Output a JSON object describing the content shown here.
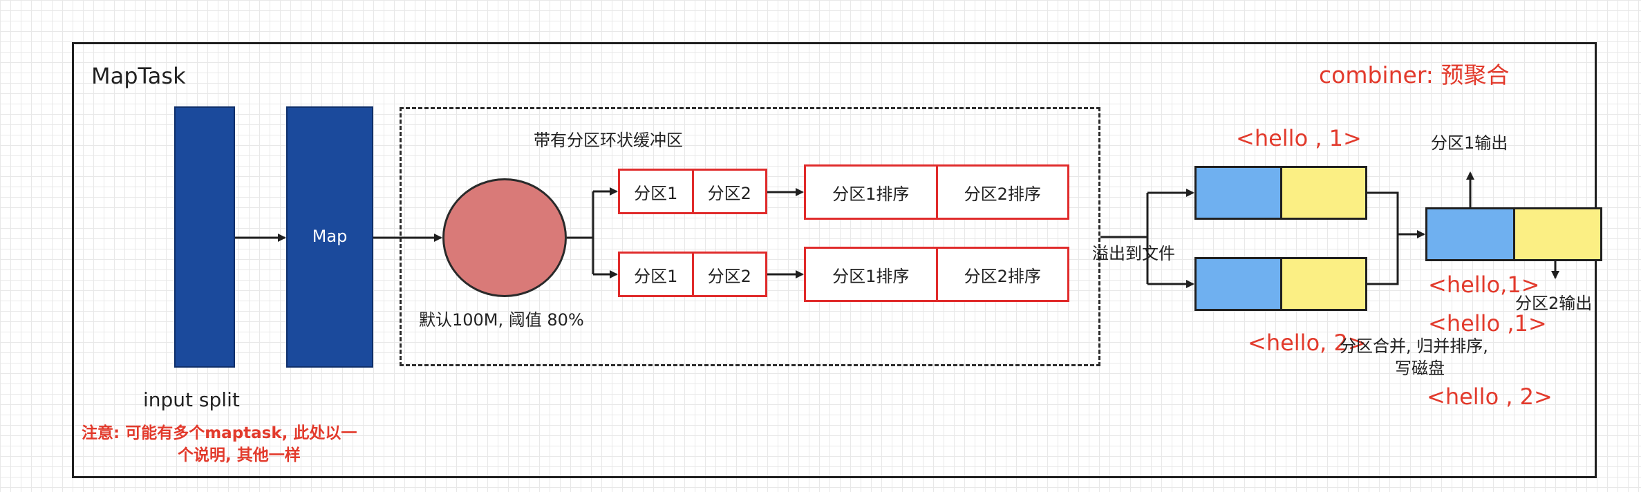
{
  "labels": {
    "maptask_title": "MapTask",
    "combiner": "combiner: 预聚合",
    "map": "Map",
    "input_split": "input split",
    "note_line1": "注意: 可能有多个maptask, 此处以一",
    "note_line2": "个说明, 其他一样",
    "ring_buffer": "带有分区环状缓冲区",
    "default_size": "默认100M, 阈值 80%",
    "partition1": "分区1",
    "partition2": "分区2",
    "partition1_sort": "分区1排序",
    "partition2_sort": "分区2排序",
    "spill_to_file": "溢出到文件",
    "hello_1_top": "<hello , 1>",
    "hello_2_bottom": "<hello, 2>",
    "output_p1": "分区1输出",
    "output_p2": "分区2输出",
    "hello_1_a": "<hello,1>",
    "hello_1_b": "<hello ,1>",
    "hello_2_final": "<hello , 2>",
    "merge_line1": "分区合并, 归并排序,",
    "merge_line2": "写磁盘"
  },
  "colors": {
    "blue_bar": "#1b4a9c",
    "circle": "#d97a78",
    "red_border": "#e02b2b",
    "red_text": "#e23a2c",
    "light_blue": "#6fb0f0",
    "light_yellow": "#fbef84"
  }
}
